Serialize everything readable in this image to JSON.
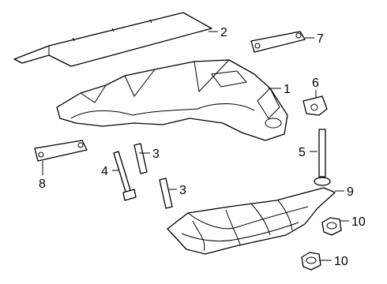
{
  "diagram": {
    "callouts": [
      {
        "id": "c2",
        "label": "2"
      },
      {
        "id": "c7",
        "label": "7"
      },
      {
        "id": "c1",
        "label": "1"
      },
      {
        "id": "c6",
        "label": "6"
      },
      {
        "id": "c3a",
        "label": "3"
      },
      {
        "id": "c5",
        "label": "5"
      },
      {
        "id": "c4",
        "label": "4"
      },
      {
        "id": "c8",
        "label": "8"
      },
      {
        "id": "c3b",
        "label": "3"
      },
      {
        "id": "c9",
        "label": "9"
      },
      {
        "id": "c10a",
        "label": "10"
      },
      {
        "id": "c10b",
        "label": "10"
      }
    ]
  }
}
